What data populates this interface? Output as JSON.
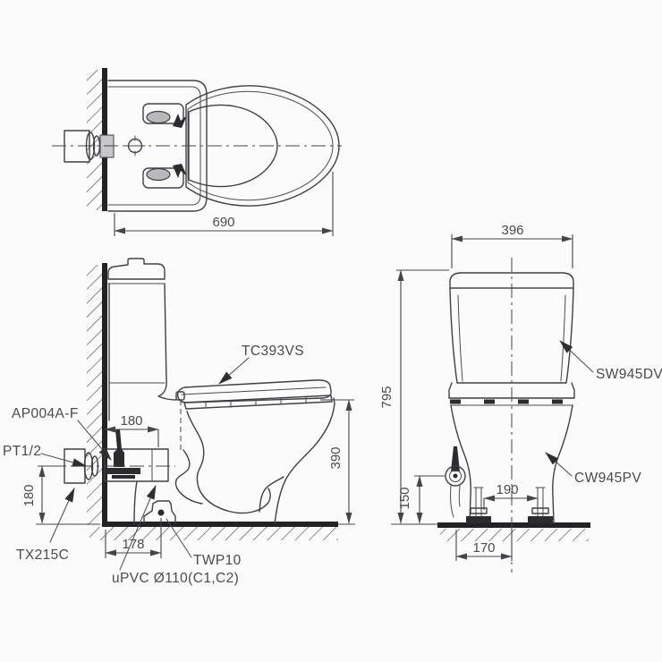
{
  "colors": {
    "line": "#3f3f47",
    "heavy_line": "#232327",
    "text": "#4a4a52",
    "background": "#fbfbfb",
    "wall_fill": "#c7c7c9"
  },
  "top_view": {
    "dims": {
      "overall_depth": "690"
    }
  },
  "side_view": {
    "labels": {
      "seat": "TC393VS",
      "fill_valve": "AP004A-F",
      "supply": "PT1/2",
      "stop_valve": "TX215C",
      "floor_flange": "TWP10",
      "drain_pipe": "uPVC Ø110(C1,C2)"
    },
    "dims": {
      "inlet_depth": "180",
      "supply_height": "180",
      "rim_height": "390",
      "outlet_offset": "178"
    }
  },
  "front_view": {
    "labels": {
      "tank": "SW945DV",
      "bowl": "CW945PV"
    },
    "dims": {
      "tank_width": "396",
      "overall_height": "795",
      "valve_height": "150",
      "bolt_spacing": "190",
      "supply_offset": "170"
    }
  }
}
